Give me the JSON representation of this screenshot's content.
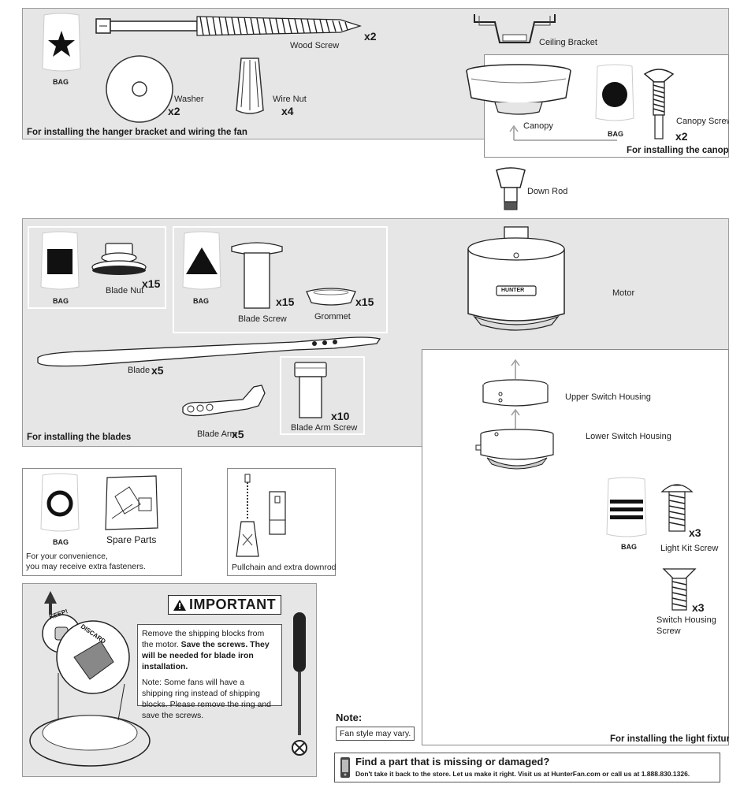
{
  "top_left": {
    "caption": "For installing the hanger bracket and wiring the fan",
    "bag_label": "BAG",
    "wood_screw": {
      "label": "Wood Screw",
      "qty": "x2"
    },
    "washer": {
      "label": "Washer",
      "qty": "x2"
    },
    "wire_nut": {
      "label": "Wire Nut",
      "qty": "x4"
    }
  },
  "ceiling_bracket": {
    "label": "Ceiling Bracket"
  },
  "canopy_panel": {
    "caption": "For installing the canopy",
    "canopy_label": "Canopy",
    "bag_label": "BAG",
    "canopy_screw": {
      "label": "Canopy Screw",
      "qty": "x2"
    }
  },
  "down_rod": {
    "label": "Down Rod"
  },
  "blades_panel": {
    "caption": "For installing the blades",
    "bag1_label": "BAG",
    "blade_nut": {
      "label": "Blade Nut",
      "qty": "x15"
    },
    "bag2_label": "BAG",
    "blade_screw": {
      "label": "Blade Screw",
      "qty": "x15"
    },
    "grommet": {
      "label": "Grommet",
      "qty": "x15"
    },
    "blade": {
      "label": "Blade",
      "qty": "x5"
    },
    "blade_arm": {
      "label": "Blade Arm",
      "qty": "x5"
    },
    "blade_arm_screw": {
      "label": "Blade Arm Screw",
      "qty": "x10"
    }
  },
  "motor": {
    "label": "Motor",
    "brand": "HUNTER"
  },
  "light_panel": {
    "caption": "For installing the light fixture",
    "upper_housing": "Upper Switch Housing",
    "lower_housing": "Lower Switch Housing",
    "bag_label": "BAG",
    "light_kit_screw": {
      "label": "Light Kit Screw",
      "qty": "x3"
    },
    "switch_housing_screw": {
      "label_line1": "Switch Housing",
      "label_line2": "Screw",
      "qty": "x3"
    }
  },
  "spare_panel": {
    "bag_label": "BAG",
    "spare_parts": "Spare Parts",
    "note_line1": "For your convenience,",
    "note_line2": "you may receive extra fasteners."
  },
  "pullchain_panel": {
    "caption": "Pullchain and extra downrod"
  },
  "important": {
    "title": "IMPORTANT",
    "keep": "KEEP!",
    "discard": "DISCARD",
    "para1_plain": "Remove the shipping blocks from the motor. ",
    "para1_bold": "Save the screws. They will be needed for blade iron installation.",
    "para2": "Note: Some fans will have a shipping ring instead of shipping blocks. Please remove the ring and save the screws."
  },
  "note": {
    "title": "Note:",
    "text": "Fan style may vary."
  },
  "missing": {
    "title": "Find a part that is missing or damaged?",
    "text": "Don't take it back to the store. Let us make it right. Visit us at HunterFan.com or call us at 1.888.830.1326."
  }
}
